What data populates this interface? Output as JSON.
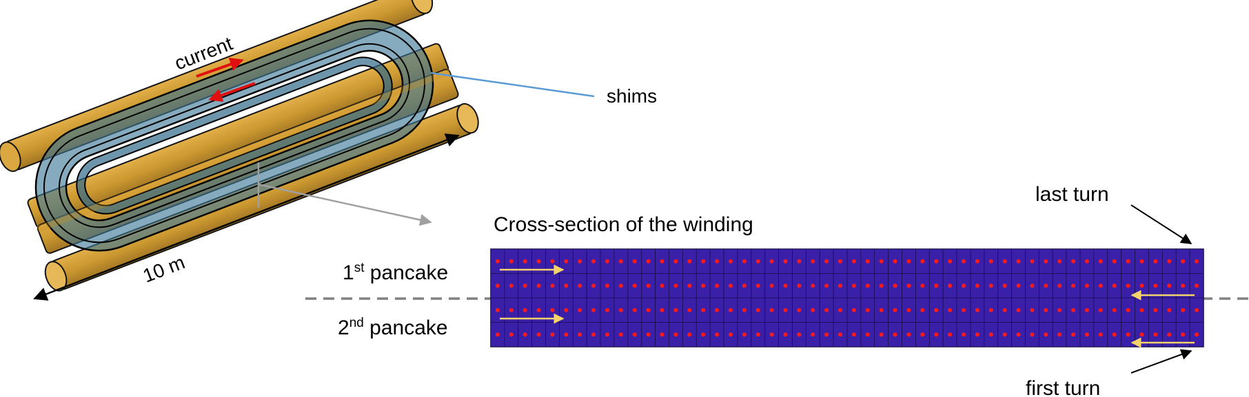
{
  "labels": {
    "current": "current",
    "shims": "shims",
    "length": "10 m",
    "cross_section_title": "Cross-section of the winding",
    "last_turn": "last turn",
    "first_turn": "first turn",
    "pancake1": {
      "num": "1",
      "sup": "st",
      "word": " pancake"
    },
    "pancake2": {
      "num": "2",
      "sup": "nd",
      "word": " pancake"
    }
  },
  "winding": {
    "columns": 52,
    "rows": 4,
    "cell_color": "#3a1fa8",
    "dot_color": "#ff1a1a",
    "arrow_color": "#f4d36b"
  },
  "colors": {
    "coil_blue": "#3e7796",
    "tube_orange": "#c8901f",
    "current_arrow": "#e01010",
    "shim_line": "#5b9bd5",
    "section_line": "#a0a0a0",
    "divider": "#808080"
  },
  "icons": {
    "current-arrow": "red-arrow",
    "shims-pointer": "blue-line",
    "first-turn-pointer": "black-arrow",
    "last-turn-pointer": "black-arrow"
  }
}
